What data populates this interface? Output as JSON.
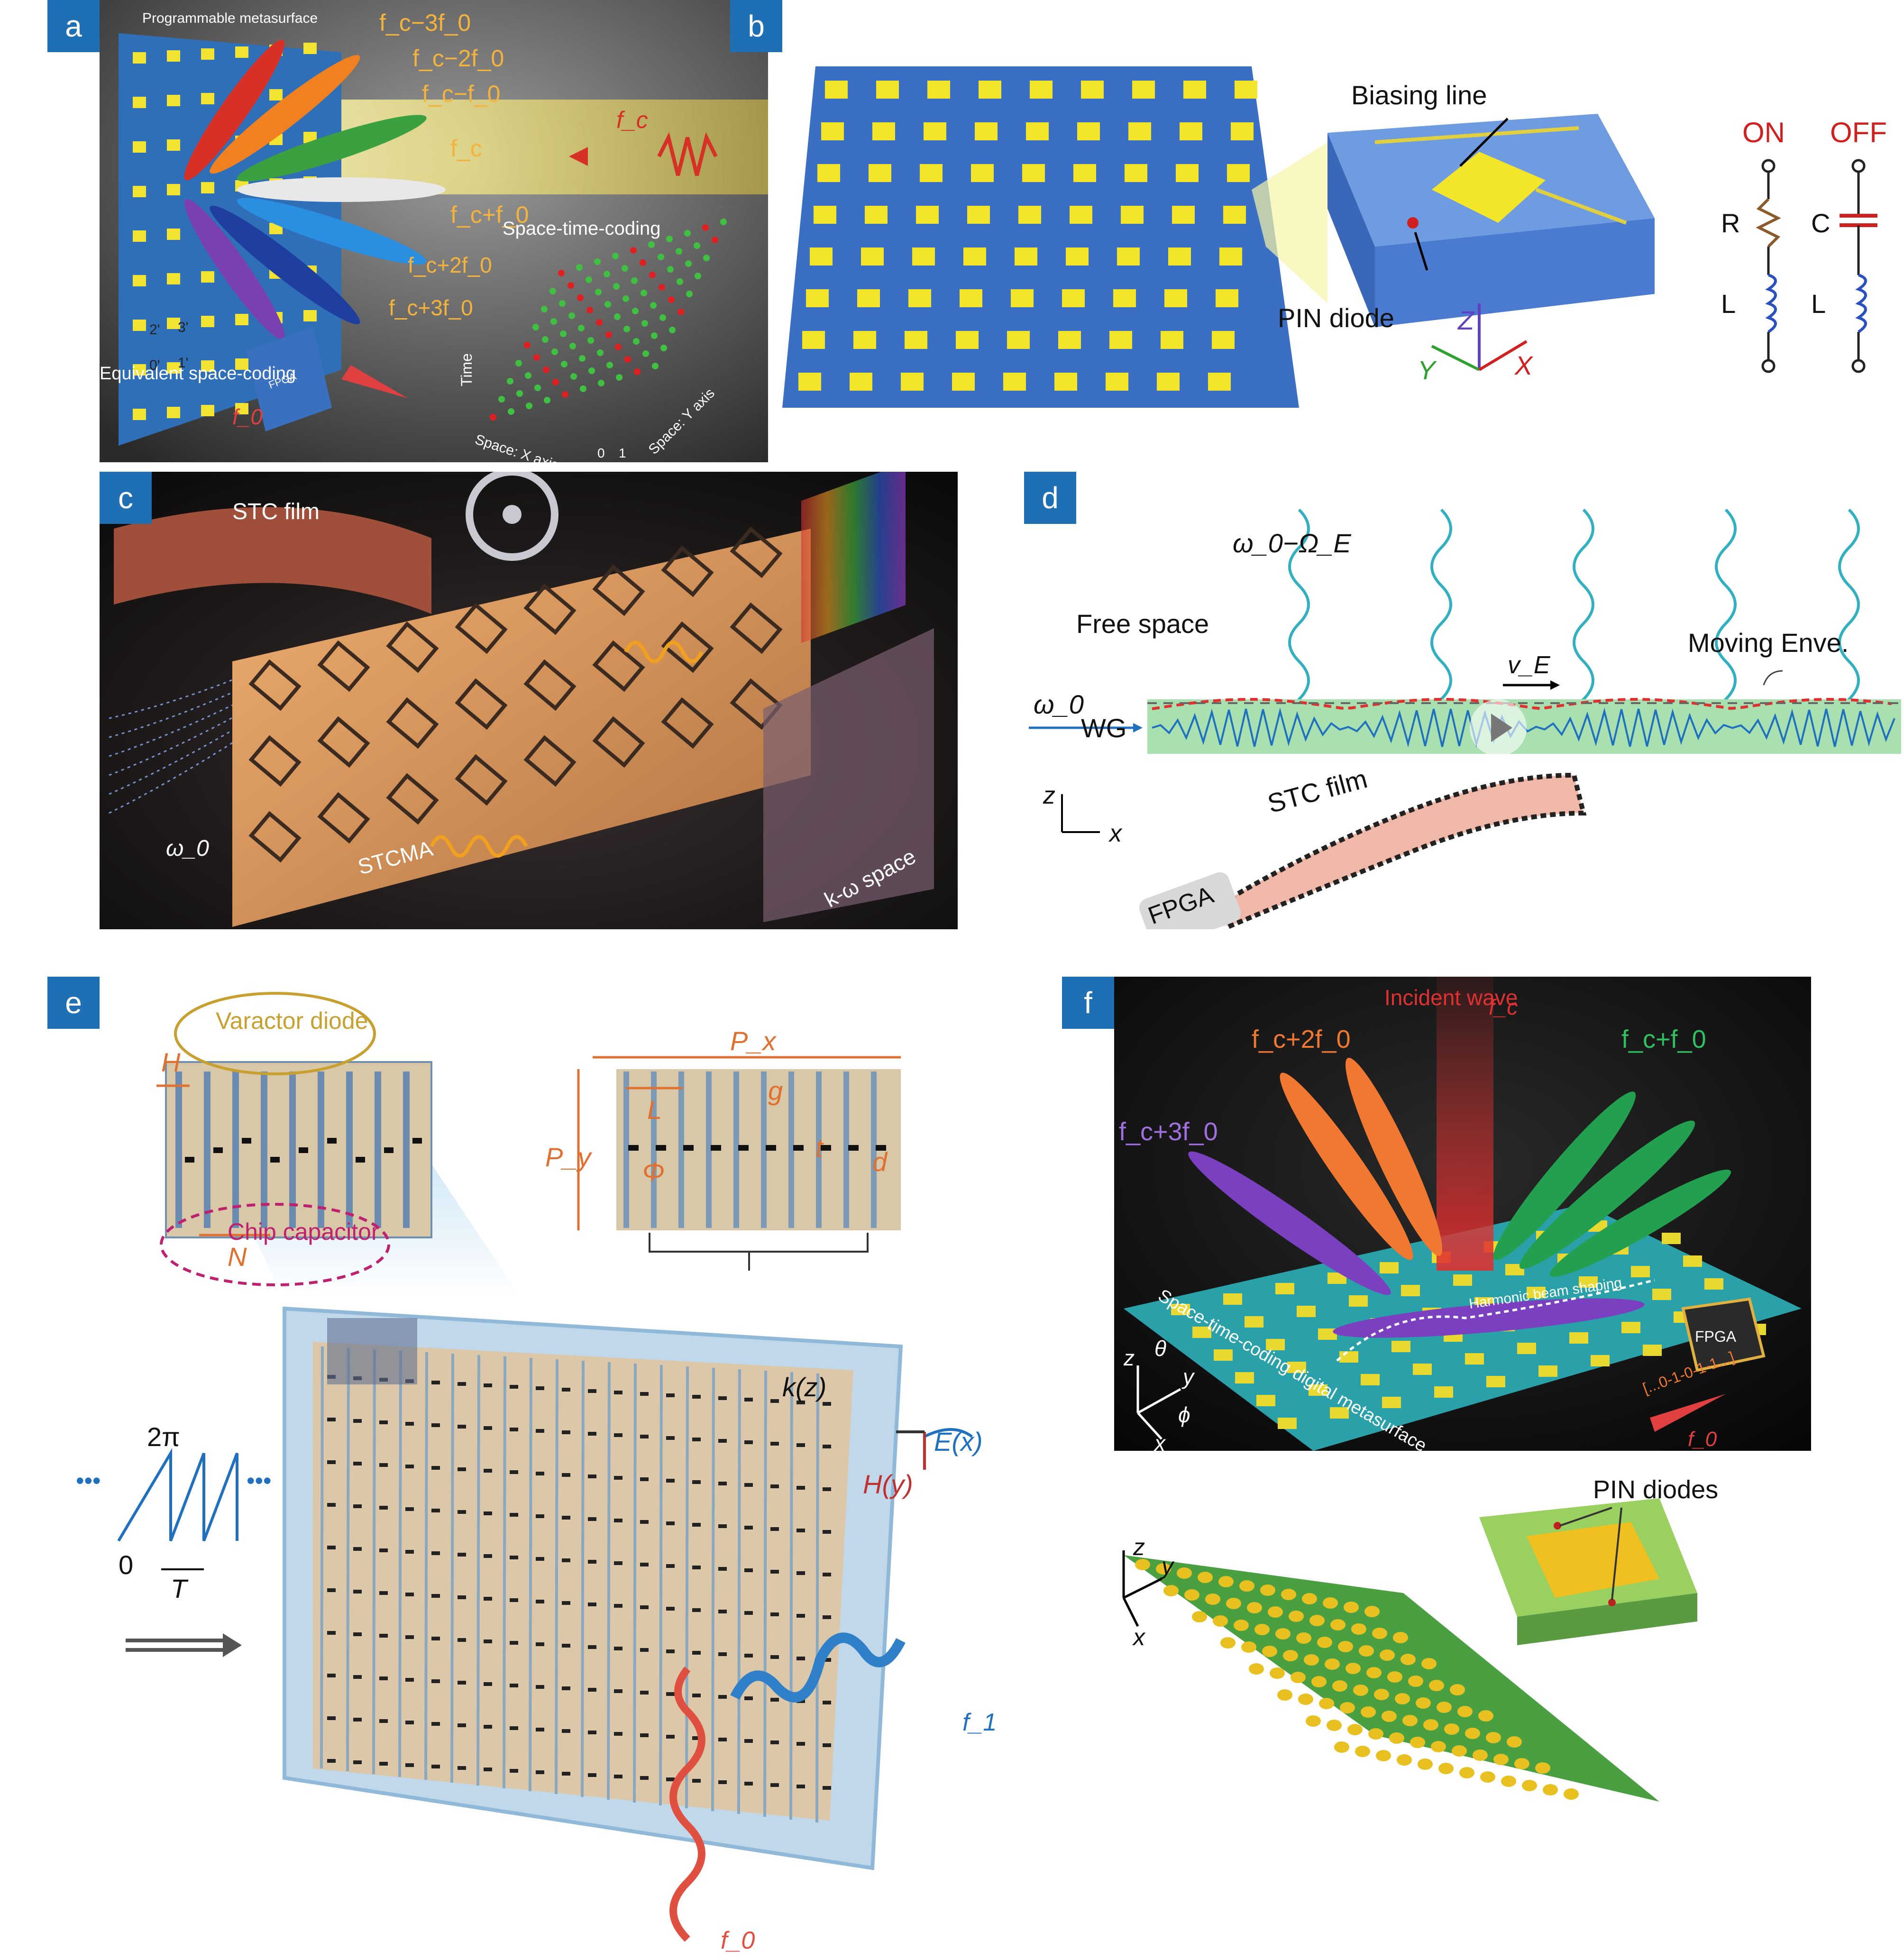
{
  "panels": {
    "a": {
      "tag": "a",
      "title": "Programmable metasurface",
      "harmonics": [
        "f_c−3f_0",
        "f_c−2f_0",
        "f_c−f_0",
        "f_c",
        "f_c+f_0",
        "f_c+2f_0",
        "f_c+3f_0"
      ],
      "incident": "f_c",
      "stc_label": "Space-time-coding",
      "equiv": "Equivalent space-coding",
      "f0": "f_0",
      "chip": "FPGA",
      "time_axis": "Time",
      "x_axis": "Space: X axis",
      "y_axis": "Space: Y axis",
      "axis_ticks": [
        "0",
        "1"
      ],
      "cell_codes": [
        "2'",
        "3'",
        "0'",
        "1'"
      ]
    },
    "b": {
      "tag": "b",
      "biasing": "Biasing line",
      "diode": "PIN diode",
      "on": "ON",
      "off": "OFF",
      "R": "R",
      "C": "C",
      "L": "L",
      "axes": [
        "Z",
        "Y",
        "X"
      ]
    },
    "c": {
      "tag": "c",
      "film": "STC film",
      "array": "STCMA",
      "omega": "ω_0",
      "kspace": "k-ω space"
    },
    "d": {
      "tag": "d",
      "omega_minus": "ω_0−Ω_E",
      "free_space": "Free space",
      "moving": "Moving Enve.",
      "vE": "v_E",
      "omega": "ω_0",
      "wg": "WG",
      "z": "z",
      "x": "x",
      "film": "STC film",
      "fpga": "FPGA"
    },
    "e": {
      "tag": "e",
      "varactor": "Varactor diode",
      "chip": "Chip capacitor",
      "H": "H",
      "N": "N",
      "Px": "P_x",
      "Py": "P_y",
      "L": "L",
      "g": "g",
      "t": "t",
      "d": "d",
      "phi": "Φ",
      "two_pi": "2π",
      "zero": "0",
      "T": "T",
      "dots": "•••",
      "kz": "k(z)",
      "Ex": "E(x)",
      "Hy": "H(y)",
      "f1": "f_1",
      "f0": "f_0"
    },
    "f": {
      "tag": "f",
      "incident": "Incident wave",
      "fc": "f_c",
      "h2": "f_c+2f_0",
      "h1": "f_c+f_0",
      "h3": "f_c+3f_0",
      "shaping": "Harmonic beam shaping",
      "surface": "Space-time-coding digital metasurface",
      "chip": "FPGA",
      "sequence": "[...0-1-0-1-1...]",
      "f0": "f_0",
      "axes": [
        "z",
        "θ",
        "y",
        "ϕ",
        "x"
      ],
      "pin": "PIN diodes",
      "axes2": [
        "z",
        "y",
        "x"
      ]
    }
  }
}
